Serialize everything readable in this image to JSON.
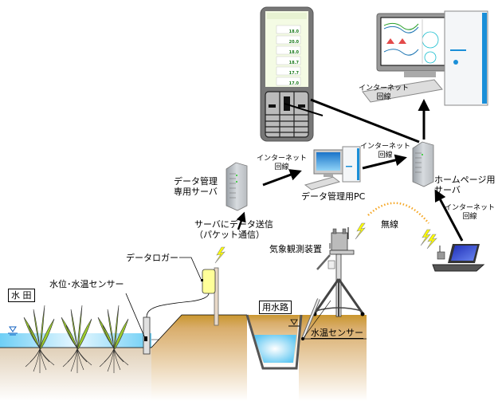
{
  "labels": {
    "phone": "",
    "inet_phone": {
      "line1": "インターネット",
      "line2": "回線"
    },
    "inet_pc": {
      "line1": "インターネット",
      "line2": "回線"
    },
    "inet_server": {
      "line1": "インターネット",
      "line2": "回線"
    },
    "inet_laptop": {
      "line1": "インターネット",
      "line2": "回線"
    },
    "data_server": {
      "line1": "データ管理",
      "line2": "専用サーバ"
    },
    "data_pc": "データ管理用PC",
    "homepage_server": {
      "line1": "ホームページ用",
      "line2": "サーバ"
    },
    "send_data": {
      "line1": "サーバにデータ送信",
      "line2": "（パケット通信）"
    },
    "wireless": "無線",
    "weather_station": "気象観測装置",
    "data_logger": "データロガー",
    "level_temp_sensor": "水位･水温センサー",
    "paddy": "水 田",
    "canal": "用水路",
    "water_temp_sensor": "水温センサー"
  },
  "phone_screen": {
    "readings": [
      "18.0",
      "20.0",
      "18.0",
      "18.7",
      "17.7",
      "17.0"
    ]
  },
  "colors": {
    "water": "#7fd3f7",
    "soil": "#c9962e",
    "plant": "#9ccc2c",
    "logger": "#ffff99",
    "bolt": "#ffff00",
    "wireless_dots": "#f5a623",
    "screen_blue": "#2a7fd4",
    "tower_accent": "#1a8fd8"
  }
}
